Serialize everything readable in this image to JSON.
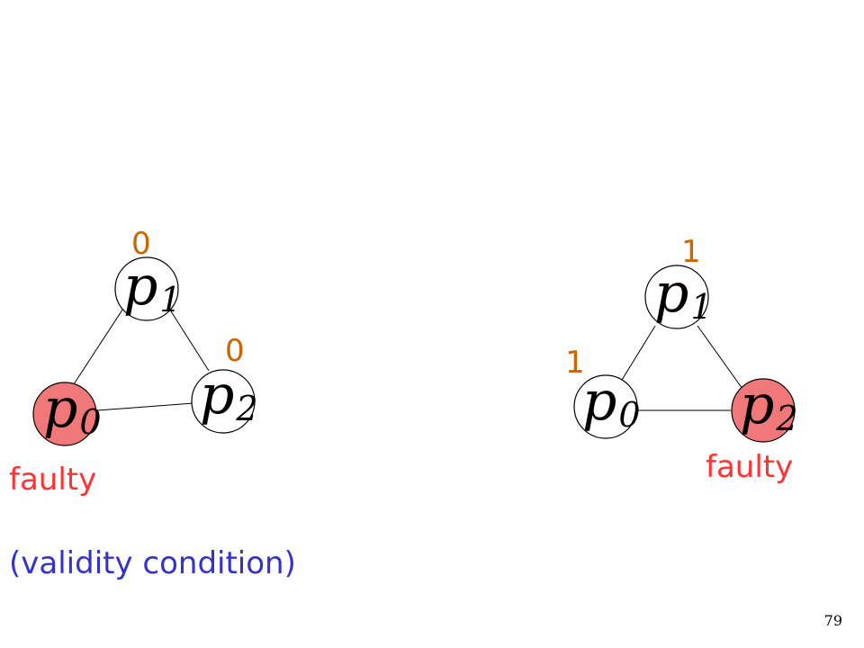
{
  "colors": {
    "value": "#cc6600",
    "faulty": "#ff3333",
    "faulty_fill": "#f07878",
    "caption": "#3333cc",
    "node_stroke": "#000000",
    "node_fill": "#ffffff"
  },
  "left_graph": {
    "p1": {
      "var": "p",
      "sub": "1"
    },
    "p0": {
      "var": "p",
      "sub": "0"
    },
    "p2": {
      "var": "p",
      "sub": "2"
    },
    "value_p1": "0",
    "value_p2": "0",
    "faulty_label": "faulty",
    "faulty_node": "p0"
  },
  "right_graph": {
    "p1": {
      "var": "p",
      "sub": "1"
    },
    "p0": {
      "var": "p",
      "sub": "0"
    },
    "p2": {
      "var": "p",
      "sub": "2"
    },
    "value_p1": "1",
    "value_p0": "1",
    "faulty_label": "faulty",
    "faulty_node": "p2"
  },
  "caption": "(validity condition)",
  "page_number": "79"
}
